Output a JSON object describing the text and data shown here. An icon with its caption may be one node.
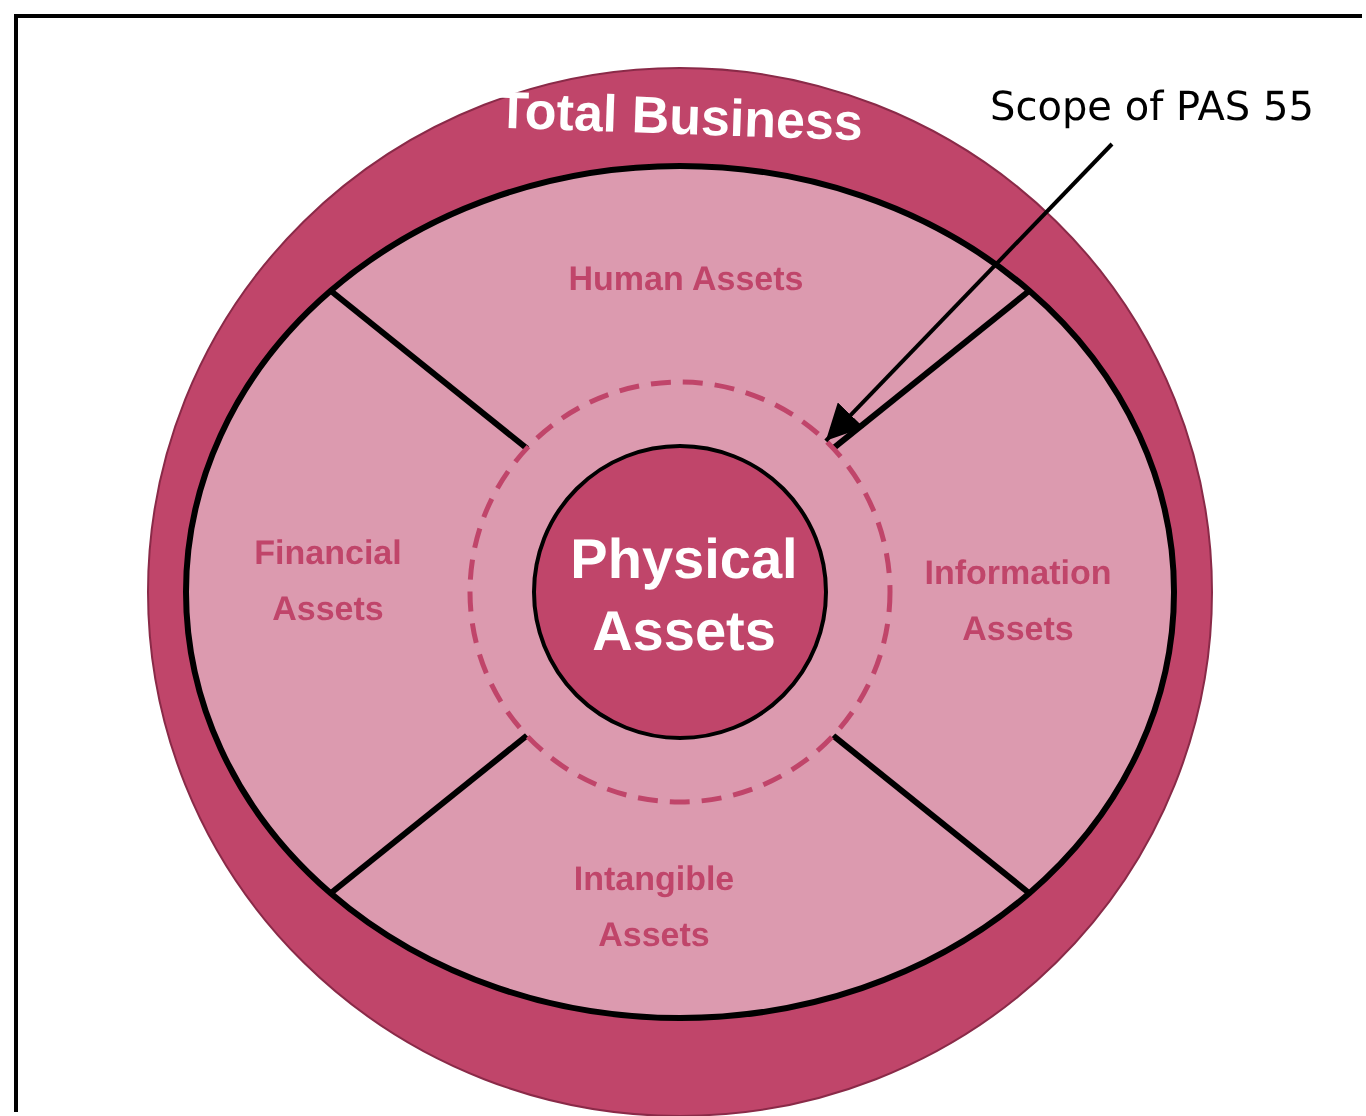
{
  "diagram": {
    "nodes": [
      {
        "text": [
          "Total Business"
        ]
      },
      {
        "text": [
          "Human Assets"
        ],
        "in": 0
      },
      {
        "text": [
          "Financial Assets"
        ],
        "in": 0
      },
      {
        "text": [
          "Information Assets"
        ],
        "in": 0
      },
      {
        "text": [
          "Intangible Assets"
        ],
        "in": 0
      },
      {
        "text": [],
        "shape": "circle",
        "in": 0
      },
      {
        "text": [
          "Physical Assets"
        ],
        "in": 5
      },
      {
        "text": [
          "Scope of PAS 55"
        ]
      }
    ],
    "edges": [
      {
        "from": 7,
        "to": 5,
        "arrow": "to"
      }
    ]
  }
}
